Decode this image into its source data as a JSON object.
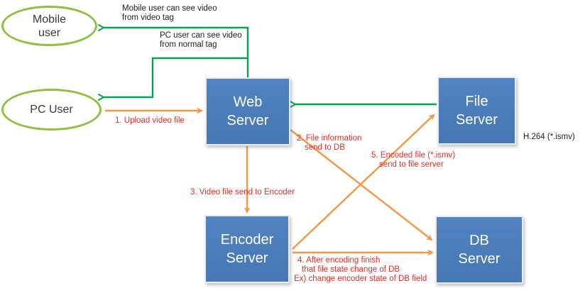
{
  "nodes": {
    "mobile_user": {
      "line1": "Mobile",
      "line2": "user"
    },
    "pc_user": {
      "label": "PC User"
    },
    "web_server": {
      "line1": "Web",
      "line2": "Server"
    },
    "file_server": {
      "line1": "File",
      "line2": "Server"
    },
    "encoder_server": {
      "line1": "Encoder",
      "line2": "Server"
    },
    "db_server": {
      "line1": "DB",
      "line2": "Server"
    }
  },
  "annotations": {
    "mobile_note_line1": "Mobile user can see video",
    "mobile_note_line2": "from video tag",
    "pc_note_line1": "PC user can see video",
    "pc_note_line2": "from normal tag",
    "h264_note": "H.264 (*.ismv)",
    "step1": "1. Upload video file",
    "step2_line1": "2. File information",
    "step2_line2": "send to DB",
    "step3": "3. Video file send to Encoder",
    "step4_line1": "4. After encoding finish",
    "step4_line2": "that file state change of DB",
    "step4_line3": "Ex) change encoder state of DB field",
    "step5_line1": "5. Encoded file (*.ismv)",
    "step5_line2": "send to file server"
  },
  "colors": {
    "node_fill": "#4d7ebd",
    "node_text": "#ffffff",
    "ellipse_border": "#8fbf44",
    "arrow_green": "#00a551",
    "arrow_orange": "#f79646",
    "label_red": "#ee2b24",
    "note_black": "#1f1f1f"
  }
}
